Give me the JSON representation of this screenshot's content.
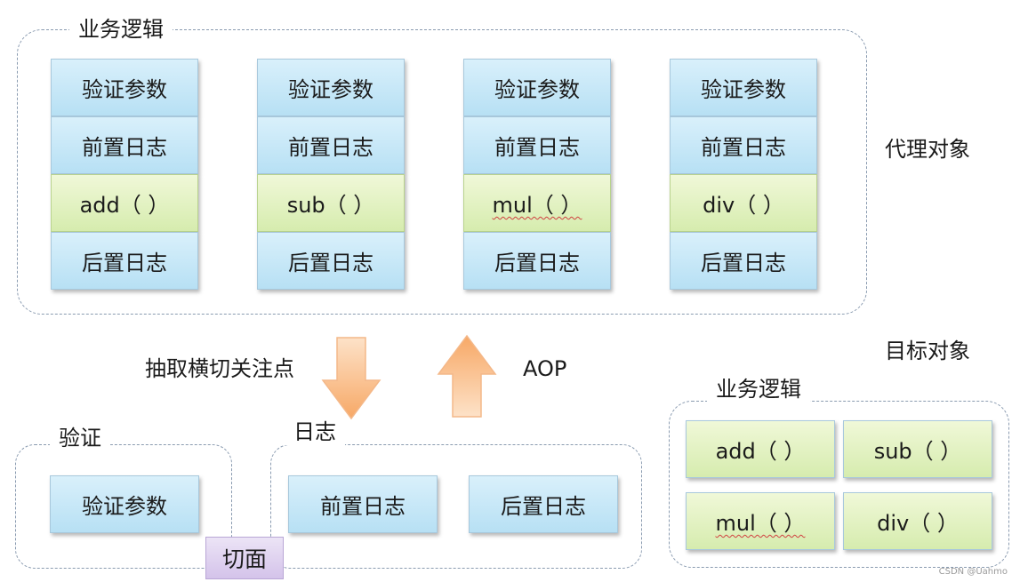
{
  "proxy_group": {
    "title": "业务逻辑",
    "side_label": "代理对象",
    "columns": [
      {
        "cells": [
          "验证参数",
          "前置日志",
          "add（  ）",
          "后置日志"
        ]
      },
      {
        "cells": [
          "验证参数",
          "前置日志",
          "sub（  ）",
          "后置日志"
        ]
      },
      {
        "cells": [
          "验证参数",
          "前置日志",
          "mul（  ）",
          "后置日志"
        ]
      },
      {
        "cells": [
          "验证参数",
          "前置日志",
          "div（  ）",
          "后置日志"
        ]
      }
    ]
  },
  "arrows": {
    "extract_label": "抽取横切关注点",
    "aop_label": "AOP"
  },
  "validation_group": {
    "title": "验证",
    "box": "验证参数"
  },
  "log_group": {
    "title": "日志",
    "before": "前置日志",
    "after": "后置日志"
  },
  "aspect_label": "切面",
  "target_group": {
    "side_label": "目标对象",
    "title": "业务逻辑",
    "methods": [
      "add（  ）",
      "sub（  ）",
      "mul（  ）",
      "div（  ）"
    ]
  },
  "colors": {
    "blue_cell": "#c8e8f8",
    "green_cell": "#e2f2c4",
    "aspect_purple": "#ddd0ef",
    "arrow_orange": "#f9b27a"
  },
  "watermark": "CSDN @Uahmo"
}
